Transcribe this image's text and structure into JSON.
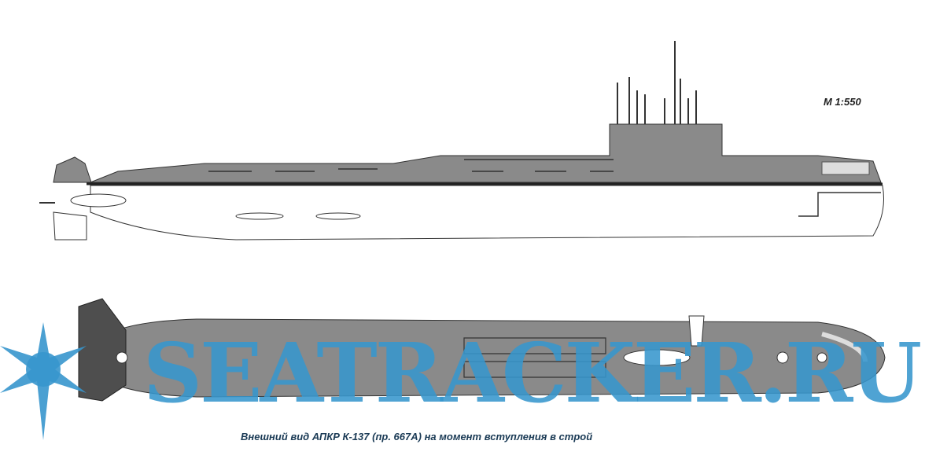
{
  "drawing": {
    "scale_label": "M 1:550",
    "caption": "Внешний вид АПКР К-137 (пр. 667А) на момент вступления в строй",
    "watermark": "SEATRACKER.RU",
    "colors": {
      "hull_gray": "#8a8a8a",
      "dark_gray": "#4e4e4e",
      "watermark": "#3796cd"
    }
  }
}
